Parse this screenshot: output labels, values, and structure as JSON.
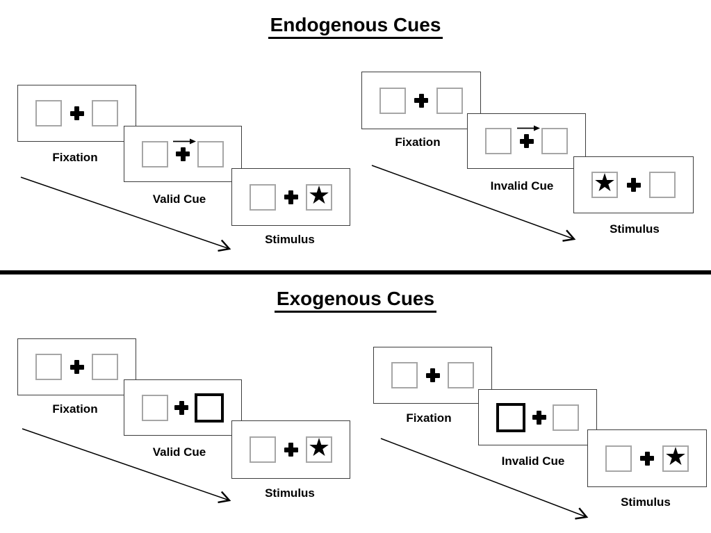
{
  "diagram": {
    "sections": [
      {
        "id": "endogenous",
        "title": "Endogenous Cues",
        "cue_style": "central-arrow",
        "sequences": [
          {
            "id": "valid",
            "steps": [
              {
                "label": "Fixation"
              },
              {
                "label": "Valid Cue",
                "cue_side": "right"
              },
              {
                "label": "Stimulus",
                "star_side": "right"
              }
            ]
          },
          {
            "id": "invalid",
            "steps": [
              {
                "label": "Fixation"
              },
              {
                "label": "Invalid Cue",
                "cue_side": "right"
              },
              {
                "label": "Stimulus",
                "star_side": "left"
              }
            ]
          }
        ]
      },
      {
        "id": "exogenous",
        "title": "Exogenous Cues",
        "cue_style": "peripheral-box",
        "sequences": [
          {
            "id": "valid",
            "steps": [
              {
                "label": "Fixation"
              },
              {
                "label": "Valid Cue",
                "cue_side": "right"
              },
              {
                "label": "Stimulus",
                "star_side": "right"
              }
            ]
          },
          {
            "id": "invalid",
            "steps": [
              {
                "label": "Fixation"
              },
              {
                "label": "Invalid Cue",
                "cue_side": "left"
              },
              {
                "label": "Stimulus",
                "star_side": "right"
              }
            ]
          }
        ]
      }
    ],
    "icons": {
      "star": "★"
    },
    "colors": {
      "panel_border": "#3c3c3c",
      "placeholder_border": "#a6a6a6",
      "ink": "#000000"
    }
  }
}
